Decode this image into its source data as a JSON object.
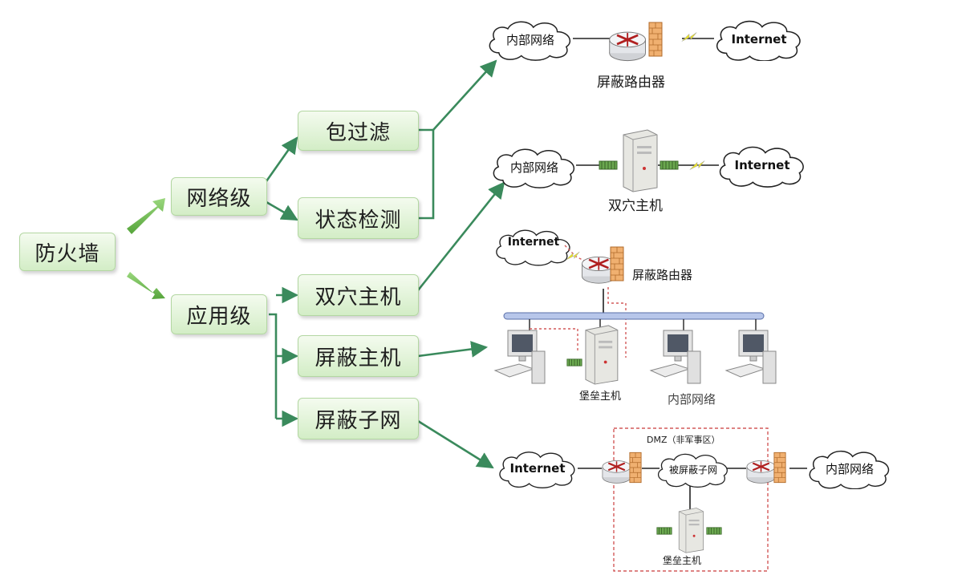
{
  "tree": {
    "root": "防火墙",
    "network_level": "网络级",
    "app_level": "应用级",
    "packet_filter": "包过滤",
    "stateful": "状态检测",
    "dual_homed": "双穴主机",
    "screened_host": "屏蔽主机",
    "screened_subnet": "屏蔽子网"
  },
  "diagram1": {
    "internal": "内部网络",
    "internet": "Internet",
    "caption": "屏蔽路由器"
  },
  "diagram2": {
    "internal": "内部网络",
    "internet": "Internet",
    "caption": "双穴主机"
  },
  "diagram3": {
    "internet": "Internet",
    "router_label": "屏蔽路由器",
    "bastion_label": "堡垒主机",
    "internal_label": "内部网络"
  },
  "diagram4": {
    "dmz_label": "DMZ（非军事区）",
    "internet": "Internet",
    "subnet": "被屏蔽子网",
    "internal": "内部网络",
    "bastion_label": "堡垒主机"
  },
  "colors": {
    "tree_line": "#3a8a5c",
    "box_fill": "#d3edc6",
    "bus": "#b7c6ea",
    "firewall": "#e8a050",
    "dashed": "#d35a5a"
  }
}
